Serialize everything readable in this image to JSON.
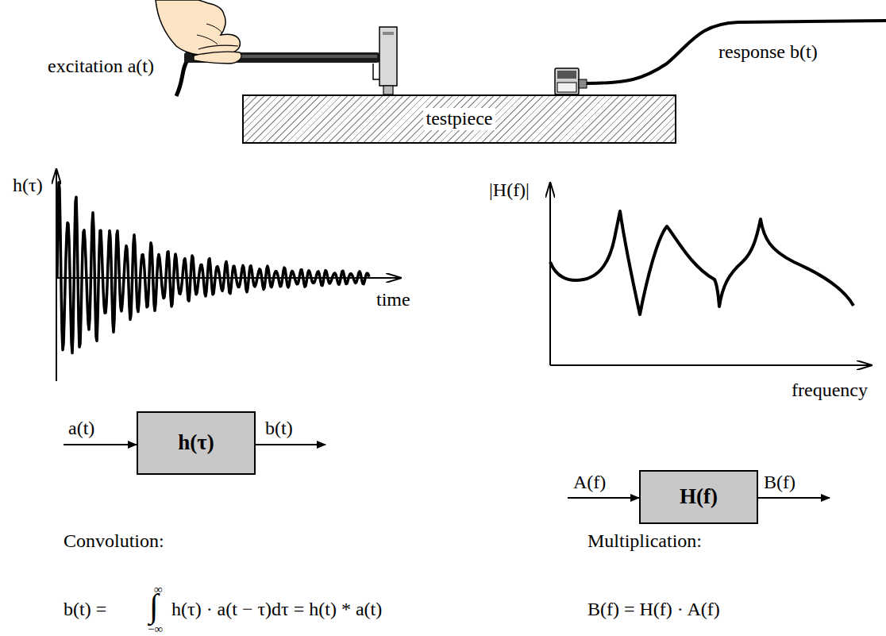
{
  "diagram": {
    "nodes": [
      {
        "text": [
          "testpiece"
        ]
      },
      {
        "text": [
          "h(τ)"
        ]
      },
      {
        "text": [
          "H(f)"
        ]
      }
    ],
    "labels": [
      "excitation a(t)",
      "response b(t)",
      "h(τ)",
      "time",
      "|H(f)|",
      "frequency",
      "a(t)",
      "b(t)",
      "A(f)",
      "B(f)",
      "Convolution:",
      "Multiplication:",
      "b(t) =",
      "∞",
      "∫",
      "−∞",
      "h(τ) · a(t − τ)dτ = h(t) * a(t)",
      "B(f) = H(f) · A(f)"
    ]
  }
}
